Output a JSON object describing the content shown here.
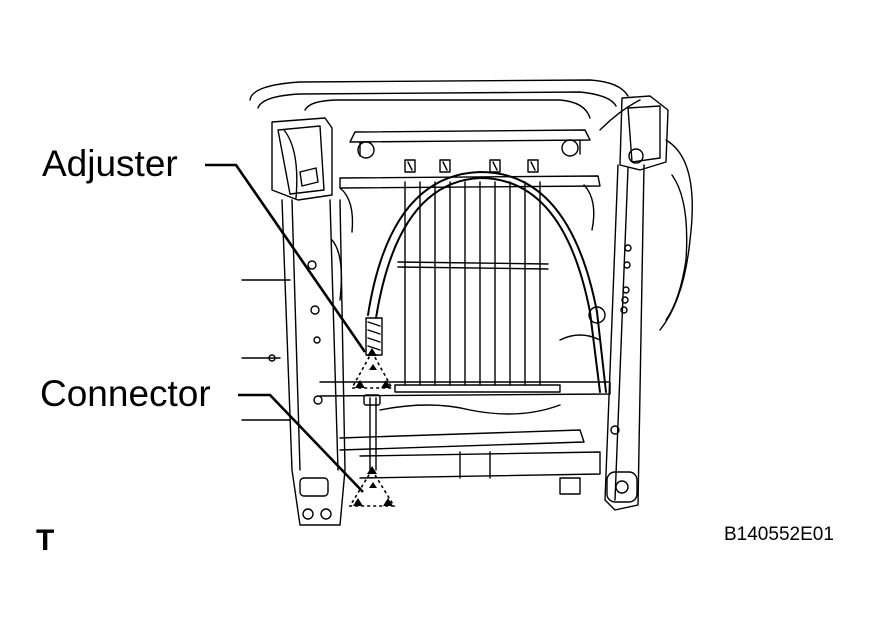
{
  "callouts": {
    "adjuster": "Adjuster",
    "connector": "Connector"
  },
  "view_mark": "T",
  "figure_id": "B140552E01",
  "icons": [
    "triangle-marker-icon"
  ],
  "colors": {
    "line": "#000000",
    "background": "#ffffff"
  }
}
